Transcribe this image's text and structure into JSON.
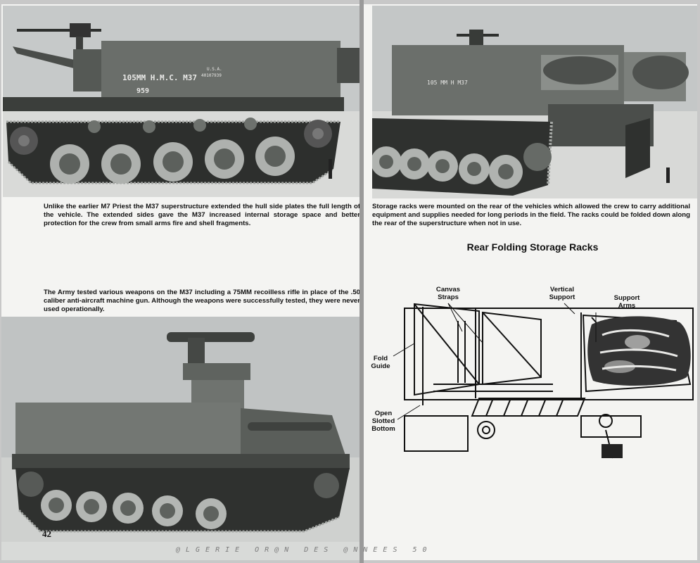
{
  "page_number": "42",
  "watermark": "@LGERIE OR@N DES @NNEES 50",
  "captions": {
    "top_left": "Unlike the earlier M7 Priest the M37 superstructure extended the hull side plates the full length of the vehicle. The extended sides gave the M37 increased internal storage space and better protection for the crew from small arms fire and shell fragments.",
    "top_right": "Storage racks were mounted on the rear of the vehicles which allowed the crew to carry additional equipment and supplies needed for long periods in the field. The racks could be folded down along the rear of the superstructure when not in use.",
    "middle_left": "The Army tested various weapons on the M37 including a 75MM recoilless rifle in place of the .50 caliber anti-aircraft machine gun. Although the weapons were successfully tested, they were never used operationally."
  },
  "vehicle_markings": {
    "designation": "105MM H.M.C. M37",
    "usa": "U.S.A.",
    "serial": "40107939",
    "number": "959",
    "rear_designation": "105 MM H M37"
  },
  "diagram": {
    "title": "Rear Folding Storage Racks",
    "labels": {
      "canvas_straps": "Canvas Straps",
      "vertical_support": "Vertical Support",
      "support_arms": "Support Arms",
      "fold_guide": "Fold Guide",
      "open_slotted_bottom": "Open Slotted Bottom"
    }
  },
  "colors": {
    "paper": "#f4f4f2",
    "photo_sky": "#c3c6c6",
    "vehicle_dark": "#3a3d3b",
    "vehicle_mid": "#5b5f5b",
    "text": "#111111"
  }
}
